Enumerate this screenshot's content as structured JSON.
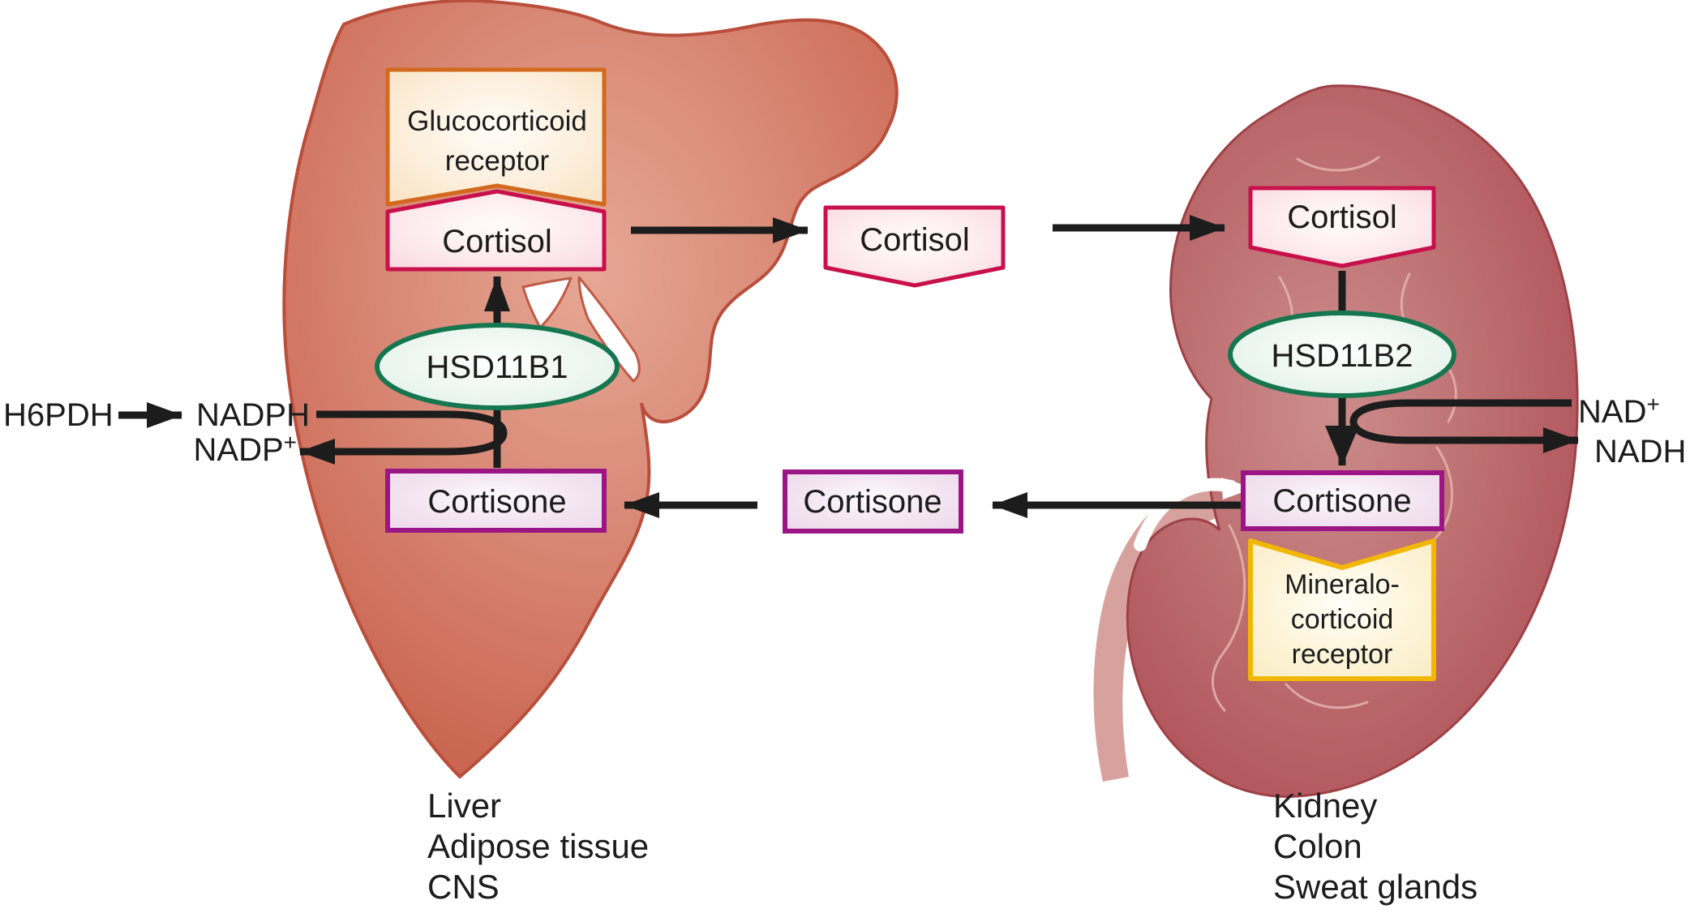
{
  "figure": {
    "description": "Cortisol–cortisone shuttle between glucocorticoid-target and mineralocorticoid-target tissues",
    "colors": {
      "liver_fill": "#d98a77",
      "liver_edge": "#b94e3b",
      "kidney_fill": "#b4575c",
      "kidney_edge": "#9e4147",
      "ureter_fill": "#d7a29d",
      "cortisol_border": "#c8104c",
      "cortisone_border": "#9c1585",
      "glucocorticoid_receptor_border": "#d2691e",
      "mineralocorticoid_receptor_border": "#f2b705",
      "enzyme_border": "#15764f",
      "arrow_color": "#1c1c1c"
    }
  },
  "liver": {
    "receptor_lines": [
      "Glucocorticoid",
      "receptor"
    ],
    "cortisol": "Cortisol",
    "enzyme": "HSD11B1",
    "cortisone": "Cortisone",
    "tissues": [
      "Liver",
      "Adipose tissue",
      "CNS"
    ]
  },
  "kidney": {
    "cortisol": "Cortisol",
    "enzyme": "HSD11B2",
    "cortisone": "Cortisone",
    "receptor_lines": [
      "Mineralo-",
      "corticoid",
      "receptor"
    ],
    "tissues": [
      "Kidney",
      "Colon",
      "Sweat glands"
    ]
  },
  "plasma": {
    "cortisol": "Cortisol",
    "cortisone": "Cortisone"
  },
  "cofactors": {
    "h6pdh": "H6PDH",
    "nadph": "NADPH",
    "nadp_base": "NADP",
    "nad_base": "NAD",
    "nadh": "NADH",
    "plus": "+"
  }
}
